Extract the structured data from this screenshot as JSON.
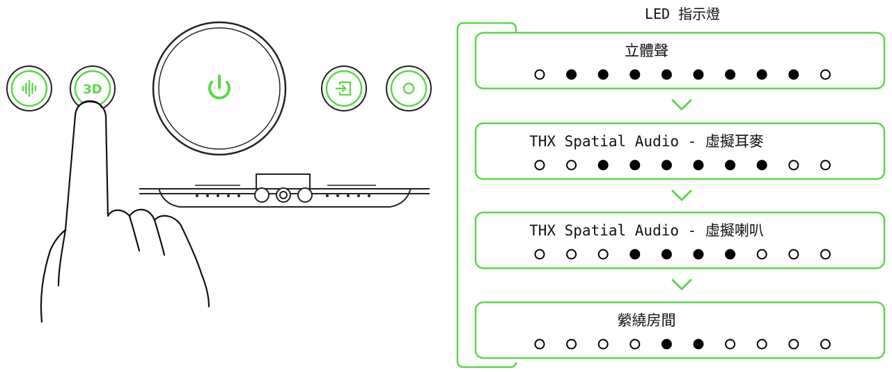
{
  "panel": {
    "title": "LED 指示燈",
    "accent_color": "#5cd64a",
    "led_on_color": "#000000",
    "led_off_color": "#ffffff"
  },
  "device": {
    "buttons": [
      {
        "name": "audio-mode-button",
        "icon": "audio-wave-icon",
        "label": ""
      },
      {
        "name": "3d-button",
        "icon": "",
        "label": "3D"
      },
      {
        "name": "power-button",
        "icon": "power-icon",
        "label": ""
      },
      {
        "name": "input-button",
        "icon": "input-source-icon",
        "label": ""
      },
      {
        "name": "circle-button",
        "icon": "circle-icon",
        "label": ""
      }
    ],
    "hand": "pointing-finger-icon"
  },
  "modes": [
    {
      "label": "立體聲",
      "leds": [
        0,
        1,
        1,
        1,
        1,
        1,
        1,
        1,
        1,
        0
      ]
    },
    {
      "label": "THX Spatial Audio - 虛擬耳麥",
      "leds": [
        0,
        0,
        1,
        1,
        1,
        1,
        1,
        1,
        0,
        0
      ]
    },
    {
      "label": "THX Spatial Audio - 虛擬喇叭",
      "leds": [
        0,
        0,
        0,
        1,
        1,
        1,
        1,
        0,
        0,
        0
      ]
    },
    {
      "label": "縈繞房間",
      "leds": [
        0,
        0,
        0,
        0,
        1,
        1,
        0,
        0,
        0,
        0
      ]
    }
  ],
  "transition_icon": "chevron-down-icon"
}
